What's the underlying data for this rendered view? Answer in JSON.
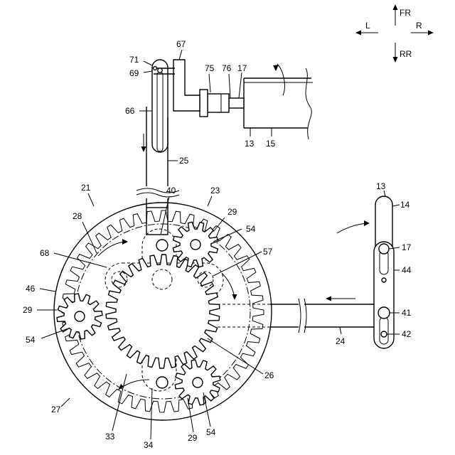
{
  "direction_labels": {
    "front": "FR",
    "rear": "RR",
    "left": "L",
    "right": "R"
  },
  "reference_numerals": {
    "n13_top": "13",
    "n14": "14",
    "n17_right": "17",
    "n44": "44",
    "n41": "41",
    "n42": "42",
    "n24": "24",
    "n67": "67",
    "n71": "71",
    "n69": "69",
    "n75": "75",
    "n76": "76",
    "n17_top": "17",
    "n66": "66",
    "n13_motor": "13",
    "n15": "15",
    "n25": "25",
    "n21": "21",
    "n23": "23",
    "n40": "40",
    "n29_top": "29",
    "n54_top": "54",
    "n28": "28",
    "n68": "68",
    "n57": "57",
    "n46": "46",
    "n29_left": "29",
    "n54_left": "54",
    "n26": "26",
    "n27": "27",
    "n33": "33",
    "n34": "34",
    "n29_bottom": "29",
    "n54_bottom": "54"
  },
  "colors": {
    "line": "#000000",
    "background": "#ffffff"
  }
}
